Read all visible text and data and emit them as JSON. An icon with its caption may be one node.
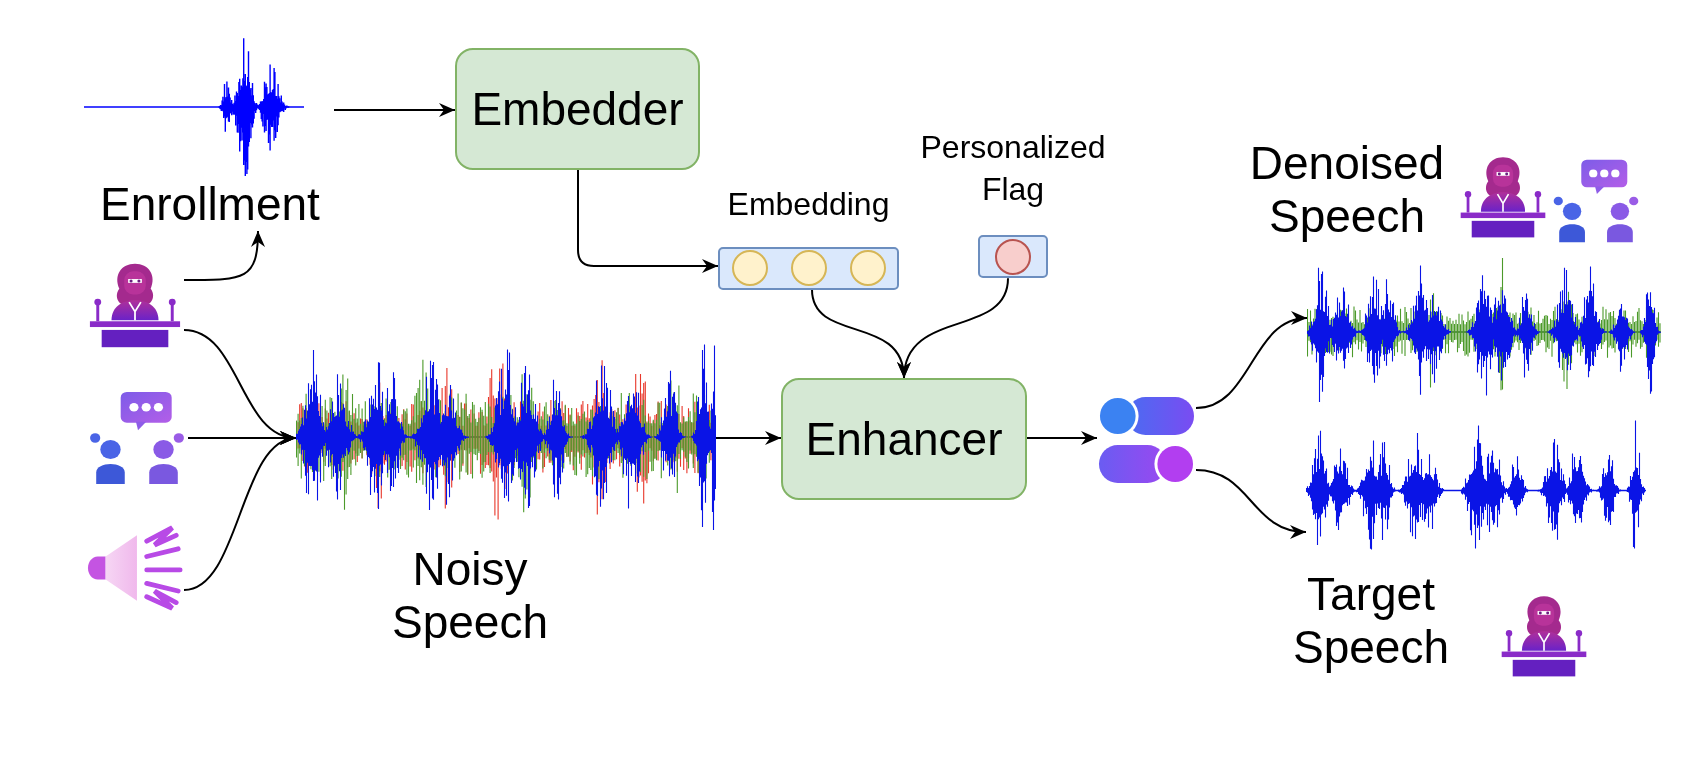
{
  "diagram": {
    "nodes": [
      {
        "text": [
          "Enrollment"
        ]
      },
      {
        "text": [
          "Embedder"
        ]
      },
      {
        "text": [
          "Embedding"
        ]
      },
      {
        "text": [
          "Personalized Flag"
        ]
      },
      {
        "text": [
          "Enhancer"
        ]
      },
      {
        "text": [],
        "shape": "person"
      },
      {
        "text": [],
        "shape": "picture"
      },
      {
        "text": [],
        "shape": "picture"
      },
      {
        "text": [],
        "shape": "picture",
        "beside": [
          "Noisy Speech"
        ]
      },
      {
        "text": [],
        "shape": "picture"
      },
      {
        "text": [],
        "shape": "picture",
        "beside": [
          "Denoised Speech"
        ]
      },
      {
        "text": [],
        "shape": "picture",
        "beside": [
          "Target Speech"
        ]
      }
    ],
    "edges": [
      {
        "from": 0,
        "to": 1,
        "arrow": "to"
      },
      {
        "from": 1,
        "to": 2,
        "arrow": "to"
      },
      {
        "from": 5,
        "to": 0,
        "arrow": "to"
      },
      {
        "from": 5,
        "to": 8,
        "arrow": "to"
      },
      {
        "from": 6,
        "to": 8,
        "arrow": "to"
      },
      {
        "from": 7,
        "to": 8,
        "arrow": "to"
      },
      {
        "from": 2,
        "to": 4,
        "arrow": "to"
      },
      {
        "from": 3,
        "to": 4,
        "arrow": "to"
      },
      {
        "from": 8,
        "to": 4,
        "arrow": "to"
      },
      {
        "from": 4,
        "to": 9,
        "arrow": "to"
      },
      {
        "from": 9,
        "to": 10,
        "arrow": "to"
      },
      {
        "from": 9,
        "to": 11,
        "arrow": "to"
      }
    ]
  }
}
